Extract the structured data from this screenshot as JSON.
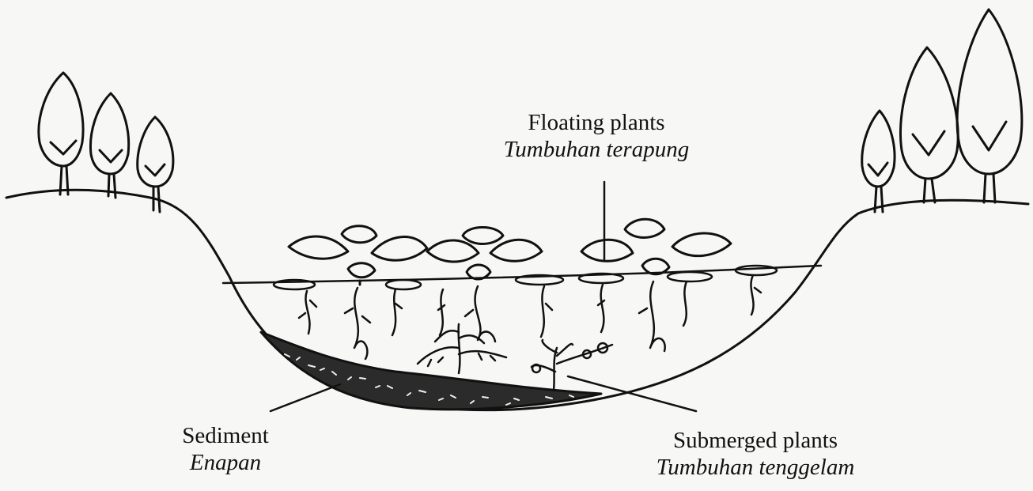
{
  "labels": {
    "floating": {
      "en": "Floating plants",
      "ms": "Tumbuhan terapung"
    },
    "sediment": {
      "en": "Sediment",
      "ms": "Enapan"
    },
    "submerged": {
      "en": "Submerged plants",
      "ms": "Tumbuhan tenggelam"
    }
  }
}
